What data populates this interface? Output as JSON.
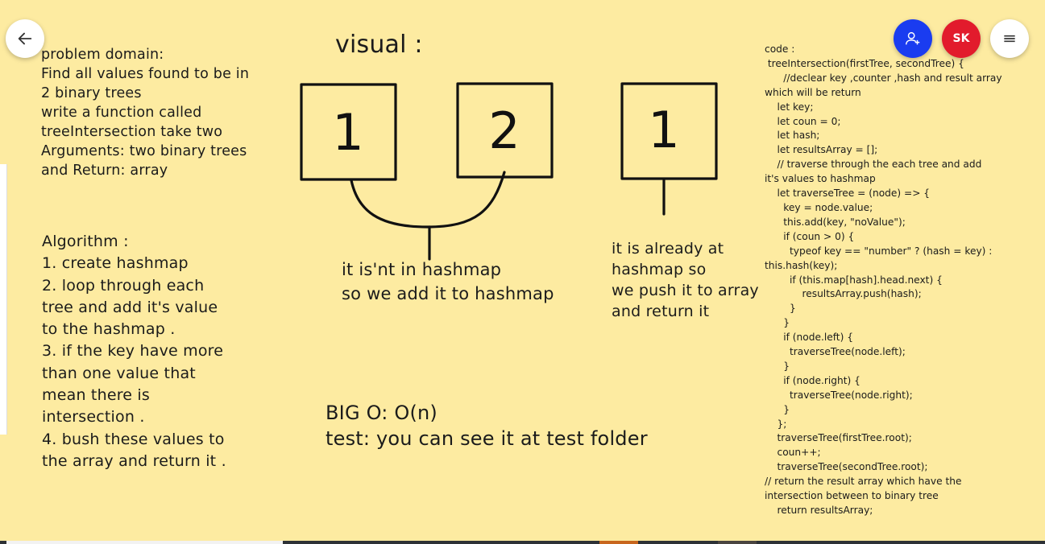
{
  "toolbar": {
    "avatar_initials": "SK",
    "accent_add_user": "#1a3cf0",
    "accent_avatar": "#e21b2c",
    "icons": [
      "back-arrow-icon",
      "add-user-icon",
      "menu-icon"
    ]
  },
  "problem": [
    "problem domain:",
    "Find all values found to be in",
    "2 binary trees",
    "write a function called",
    "treeIntersection take two",
    "Arguments: two binary trees",
    "and Return: array"
  ],
  "algorithm": [
    "Algorithm :",
    "1. create hashmap",
    "2. loop through each",
    "tree and add it's value",
    "to the hashmap .",
    "3. if the key have more",
    "than one value that",
    "mean there is",
    "intersection .",
    "4. bush these values to",
    "the array and return it ."
  ],
  "visual": {
    "title": "visual :",
    "box1": "1",
    "box2": "2",
    "box3": "1",
    "note1": [
      "it is'nt in hashmap",
      "so we add it to hashmap"
    ],
    "note2": [
      "it is already at",
      "hashmap so",
      "we push it to array",
      "and return it"
    ]
  },
  "complexity": {
    "big_o": "BIG O: O(n)",
    "test": "test: you can see it at test folder"
  },
  "code": [
    "code :",
    " treeIntersection(firstTree, secondTree) {",
    "      //declear key ,counter ,hash and result array",
    "which will be return",
    "    let key;",
    "    let coun = 0;",
    "    let hash;",
    "    let resultsArray = [];",
    "    // traverse through the each tree and add",
    "it's values to hashmap",
    "    let traverseTree = (node) => {",
    "      key = node.value;",
    "      this.add(key, \"noValue\");",
    "      if (coun > 0) {",
    "        typeof key == \"number\" ? (hash = key) :",
    "this.hash(key);",
    "        if (this.map[hash].head.next) {",
    "            resultsArray.push(hash);",
    "        }",
    "      }",
    "      if (node.left) {",
    "        traverseTree(node.left);",
    "      }",
    "      if (node.right) {",
    "        traverseTree(node.right);",
    "      }",
    "    };",
    "    traverseTree(firstTree.root);",
    "    coun++;",
    "    traverseTree(secondTree.root);",
    "// return the result array which have the",
    "intersection between to binary tree",
    "    return resultsArray;"
  ]
}
